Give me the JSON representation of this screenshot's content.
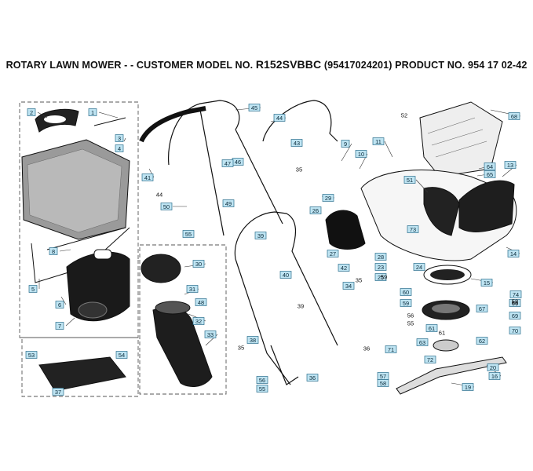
{
  "header": {
    "prefix": "ROTARY LAWN MOWER - - CUSTOMER MODEL NO.",
    "model": "R152SVBBC",
    "suffix": "(95417024201) PRODUCT NO. 954 17 02-42"
  },
  "labels": {
    "p1": "1",
    "p2": "2",
    "p3": "3",
    "p4": "4",
    "p5": "5",
    "p6": "6",
    "p7": "7",
    "p8": "8",
    "p9": "9",
    "p10": "10",
    "p11": "11",
    "p13": "13",
    "p14": "14",
    "p15": "15",
    "p16": "16",
    "p19": "19",
    "p20": "20",
    "p23": "23",
    "p24": "24",
    "p25": "25",
    "p26": "26",
    "p27": "27",
    "p28": "28",
    "p29": "29",
    "p30": "30",
    "p31": "31",
    "p32": "32",
    "p33": "33",
    "p34": "34",
    "p36": "36",
    "p37": "37",
    "p38": "38",
    "p39": "39",
    "p40": "40",
    "p41": "41",
    "p42": "42",
    "p43": "43",
    "p44": "44",
    "p45": "45",
    "p46": "46",
    "p47": "47",
    "p48": "48",
    "p49": "49",
    "p50": "50",
    "p51": "51",
    "p53": "53",
    "p54": "54",
    "p55a": "55",
    "p55b": "55",
    "p56": "56",
    "p57": "57",
    "p58": "58",
    "p59": "59",
    "p60": "60",
    "p61": "61",
    "p62": "62",
    "p63": "63",
    "p64": "64",
    "p65": "65",
    "p67": "67",
    "p68": "68",
    "p69": "69",
    "p70": "70",
    "p71": "71",
    "p72": "72",
    "p73": "73",
    "p74": "74",
    "p66": "66"
  },
  "plain_labels": {
    "t35a": "35",
    "t35b": "35",
    "t35c": "35",
    "t36": "36",
    "t39": "39",
    "t44": "44",
    "t52": "52",
    "t55": "55",
    "t56": "56",
    "t58": "58",
    "t59": "59",
    "t61": "61",
    "t66": "66"
  }
}
